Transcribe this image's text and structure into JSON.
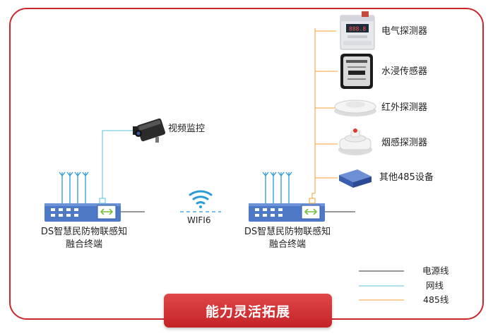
{
  "banner": {
    "title": "能力灵活拓展"
  },
  "gateways": [
    {
      "line1": "DS智慧民防物联感知",
      "line2": "融合终端"
    },
    {
      "line1": "DS智慧民防物联感知",
      "line2": "融合终端"
    }
  ],
  "camera": {
    "label": "视频监控"
  },
  "wifi": {
    "label": "WIFI6"
  },
  "devices": [
    {
      "label": "电气探测器"
    },
    {
      "label": "水浸传感器"
    },
    {
      "label": "红外探测器"
    },
    {
      "label": "烟感探测器"
    },
    {
      "label": "其他485设备"
    }
  ],
  "legend": [
    {
      "label": "电源线",
      "color": "#333333"
    },
    {
      "label": "网线",
      "color": "#5bc0de"
    },
    {
      "label": "485线",
      "color": "#f0a030"
    }
  ],
  "colors": {
    "frame": "#c8282b",
    "gateway": "#4d79c6",
    "network": "#5bc0de",
    "rs485": "#f0a030",
    "power": "#333333",
    "antenna": "#2a9bd6"
  }
}
